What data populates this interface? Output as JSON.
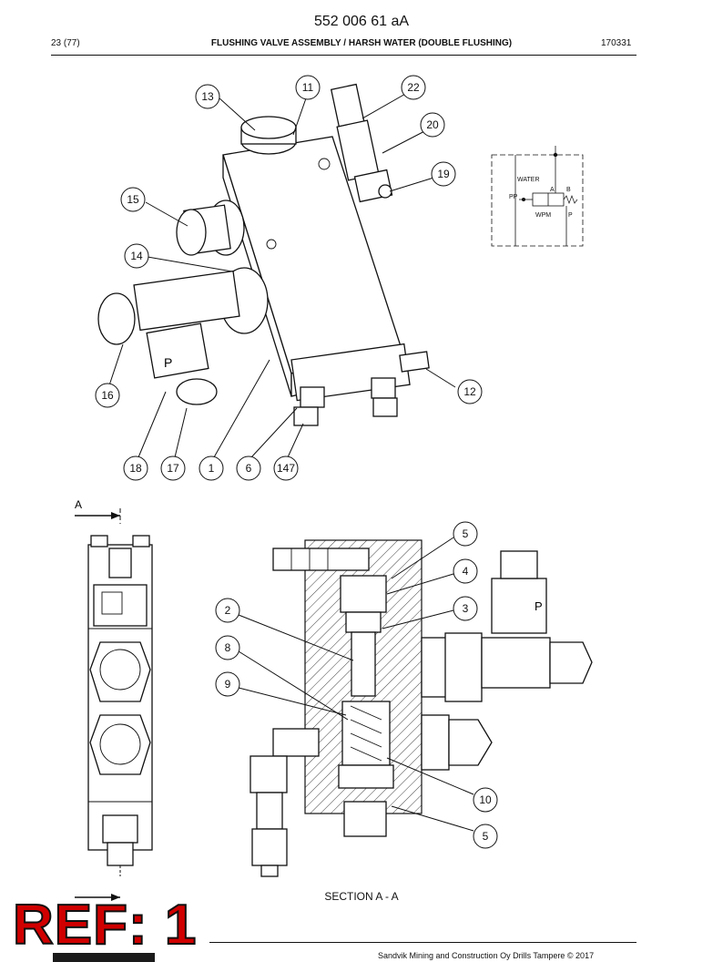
{
  "header": {
    "doc_number": "552 006 61 aA",
    "page_info": "23 (77)",
    "title": "FLUSHING VALVE ASSEMBLY / HARSH WATER (DOUBLE FLUSHING)",
    "date_code": "170331"
  },
  "drawing": {
    "callouts_top": [
      "13",
      "11",
      "22",
      "20",
      "19",
      "15",
      "14",
      "16",
      "12",
      "18",
      "17",
      "1",
      "6",
      "147"
    ],
    "callouts_section": [
      "5",
      "4",
      "3",
      "2",
      "8",
      "9",
      "10",
      "5"
    ],
    "section_marker": "A",
    "section_caption": "SECTION A - A",
    "schematic": {
      "water_label": "WATER",
      "port_a": "A",
      "port_b": "B",
      "port_pp": "PP",
      "port_p": "P",
      "wpm_label": "WPM"
    }
  },
  "stamp": {
    "text": "REF: 1"
  },
  "footer": {
    "text": "Sandvik Mining and Construction Oy Drills Tampere © 2017"
  }
}
